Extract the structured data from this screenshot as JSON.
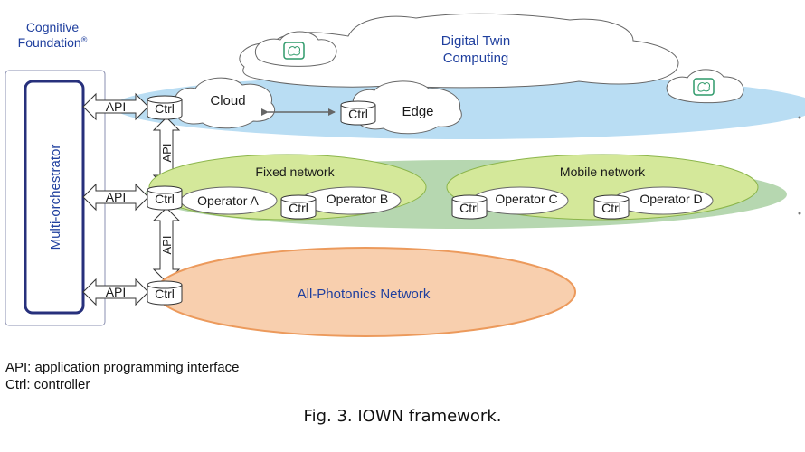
{
  "cognitive_foundation": "Cognitive Foundation®",
  "orchestrator": "Multi-orchestrator",
  "digital_twin": {
    "line1": "Digital Twin",
    "line2": "Computing"
  },
  "cloud": "Cloud",
  "edge": "Edge",
  "ctrl": "Ctrl",
  "api": "API",
  "fixed_network": "Fixed network",
  "mobile_network": "Mobile network",
  "operators": [
    "Operator A",
    "Operator B",
    "Operator C",
    "Operator D"
  ],
  "apn": "All-Photonics Network",
  "legend": [
    "API: application programming interface",
    "Ctrl: controller"
  ],
  "caption": "Fig. 3. IOWN framework.",
  "colors": {
    "cloud_layer": "#b9ddf3",
    "network_layer": "#b6d7b0",
    "network_group": "#d4e89a",
    "apn": "#f8cfae",
    "apn_border": "#ec9a5c",
    "orchestrator_border": "#27307c",
    "label_blue": "#1f3f9e",
    "brain_icon": "#2f9a6a"
  }
}
